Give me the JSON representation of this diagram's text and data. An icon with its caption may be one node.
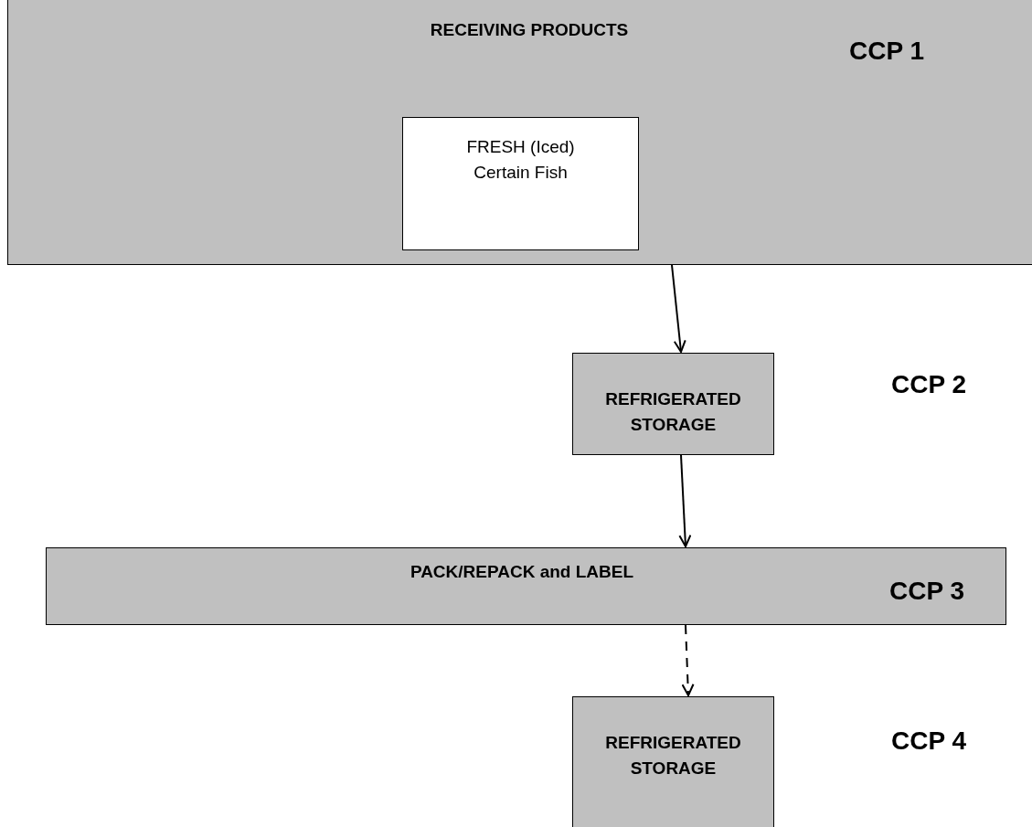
{
  "diagram": {
    "nodes": [
      {
        "text": [
          "RECEIVING PRODUCTS",
          "CCP 1"
        ]
      },
      {
        "text": [
          "FRESH (Iced) Certain Fish"
        ],
        "in": 0
      },
      {
        "text": [
          "REFRIGERATED STORAGE"
        ]
      },
      {
        "text": [
          "PACK/REPACK and LABEL",
          "CCP 3"
        ]
      },
      {
        "text": [
          "REFRIGERATED STORAGE"
        ]
      }
    ],
    "labels": [
      "CCP 2",
      "CCP 4"
    ],
    "edges": [
      {
        "from": 0,
        "to": 2,
        "arrow": "to"
      },
      {
        "from": 2,
        "to": 3,
        "arrow": "to"
      },
      {
        "from": 3,
        "to": 4,
        "arrow": "to",
        "style": "dashed"
      }
    ]
  }
}
